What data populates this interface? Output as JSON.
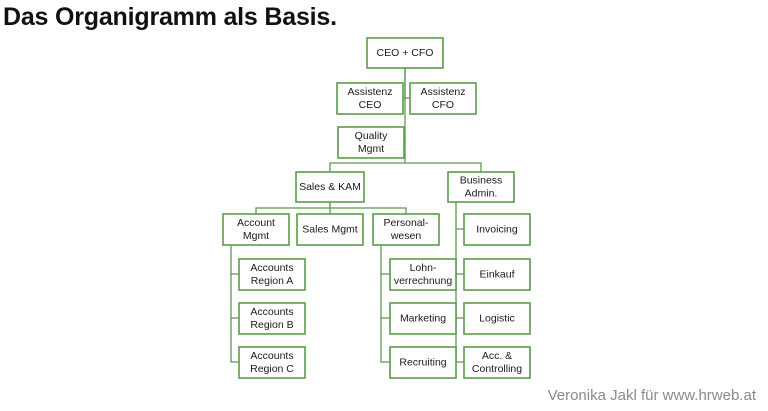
{
  "title": "Das Organigramm als Basis.",
  "credit": "Veronika Jakl für www.hrweb.at",
  "colors": {
    "box_border": "#5b9c4c",
    "connector": "#5b9c4c",
    "text": "#1a1a1a",
    "credit": "#8a8a8a"
  },
  "org_chart": {
    "nodes": [
      {
        "id": "ceo_cfo",
        "lines": [
          "CEO + CFO"
        ]
      },
      {
        "id": "assistenz_ceo",
        "lines": [
          "Assistenz",
          "CEO"
        ]
      },
      {
        "id": "assistenz_cfo",
        "lines": [
          "Assistenz",
          "CFO"
        ]
      },
      {
        "id": "quality_mgmt",
        "lines": [
          "Quality",
          "Mgmt"
        ]
      },
      {
        "id": "sales_kam",
        "lines": [
          "Sales & KAM"
        ]
      },
      {
        "id": "business_admin",
        "lines": [
          "Business",
          "Admin."
        ]
      },
      {
        "id": "account_mgmt",
        "lines": [
          "Account",
          "Mgmt"
        ]
      },
      {
        "id": "sales_mgmt",
        "lines": [
          "Sales Mgmt"
        ]
      },
      {
        "id": "personalwesen",
        "lines": [
          "Personal-",
          "wesen"
        ]
      },
      {
        "id": "accounts_region_a",
        "lines": [
          "Accounts",
          "Region A"
        ]
      },
      {
        "id": "accounts_region_b",
        "lines": [
          "Accounts",
          "Region B"
        ]
      },
      {
        "id": "accounts_region_c",
        "lines": [
          "Accounts",
          "Region C"
        ]
      },
      {
        "id": "lohnverrechnung",
        "lines": [
          "Lohn-",
          "verrechnung"
        ]
      },
      {
        "id": "marketing",
        "lines": [
          "Marketing"
        ]
      },
      {
        "id": "recruiting",
        "lines": [
          "Recruiting"
        ]
      },
      {
        "id": "invoicing",
        "lines": [
          "Invoicing"
        ]
      },
      {
        "id": "einkauf",
        "lines": [
          "Einkauf"
        ]
      },
      {
        "id": "logistic",
        "lines": [
          "Logistic"
        ]
      },
      {
        "id": "acc_controlling",
        "lines": [
          "Acc. &",
          "Controlling"
        ]
      }
    ],
    "relations": [
      {
        "from": "ceo_cfo",
        "to": "assistenz_ceo"
      },
      {
        "from": "ceo_cfo",
        "to": "assistenz_cfo"
      },
      {
        "from": "ceo_cfo",
        "to": "quality_mgmt"
      },
      {
        "from": "ceo_cfo",
        "to": "sales_kam"
      },
      {
        "from": "ceo_cfo",
        "to": "business_admin"
      },
      {
        "from": "sales_kam",
        "to": "account_mgmt"
      },
      {
        "from": "sales_kam",
        "to": "sales_mgmt"
      },
      {
        "from": "sales_kam",
        "to": "personalwesen"
      },
      {
        "from": "account_mgmt",
        "to": "accounts_region_a"
      },
      {
        "from": "account_mgmt",
        "to": "accounts_region_b"
      },
      {
        "from": "account_mgmt",
        "to": "accounts_region_c"
      },
      {
        "from": "personalwesen",
        "to": "lohnverrechnung"
      },
      {
        "from": "personalwesen",
        "to": "marketing"
      },
      {
        "from": "personalwesen",
        "to": "recruiting"
      },
      {
        "from": "business_admin",
        "to": "invoicing"
      },
      {
        "from": "business_admin",
        "to": "einkauf"
      },
      {
        "from": "business_admin",
        "to": "logistic"
      },
      {
        "from": "business_admin",
        "to": "acc_controlling"
      }
    ]
  }
}
